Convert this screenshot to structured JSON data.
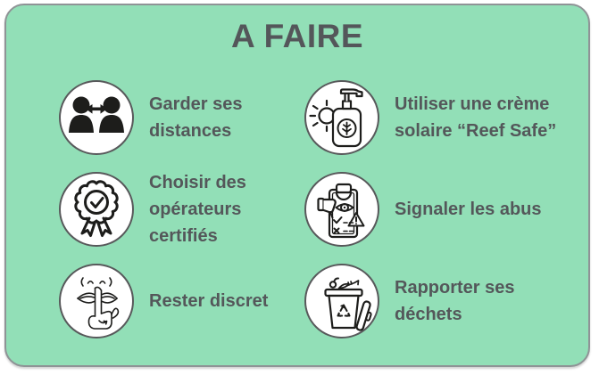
{
  "card": {
    "title": "A FAIRE",
    "colors": {
      "background": "#92dfb7",
      "card_border": "#8f9396",
      "title_text": "#54565a",
      "label_text": "#54575a",
      "circle_fill": "#ffffff",
      "circle_border": "#58595b",
      "icon_stroke": "#1d1d1b"
    },
    "items": [
      {
        "icon": "people-distance-icon",
        "label": "Garder ses\ndistances"
      },
      {
        "icon": "certified-badge-icon",
        "label": "Choisir des\nopérateurs\ncertifiés"
      },
      {
        "icon": "silence-icon",
        "label": "Rester discret"
      },
      {
        "icon": "reef-safe-sunscreen-icon",
        "label": "Utiliser une crème\nsolaire “Reef Safe”"
      },
      {
        "icon": "report-abuse-icon",
        "label": "Signaler les abus"
      },
      {
        "icon": "take-back-waste-icon",
        "label": "Rapporter ses\ndéchets"
      }
    ]
  }
}
